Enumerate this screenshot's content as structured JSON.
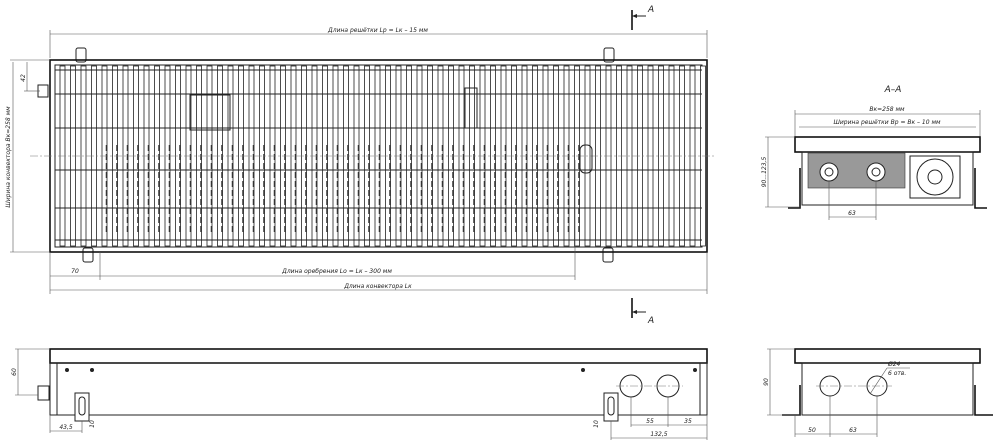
{
  "top_view": {
    "grille_length": "Длина решётки Lр = Lк – 15 мм",
    "fin_length": "Длина оребрения Lо = Lк – 300 мм",
    "convector_length": "Длина конвектора Lк",
    "convector_width": "Ширина конвектора Bк=258 мм",
    "offset_left": "70",
    "offset_top": "42"
  },
  "section_marker": {
    "label": "A"
  },
  "section_view": {
    "title": "A–A",
    "width_total": "Bк=258 мм",
    "grille_width": "Ширина решётки Bр = Bк – 10 мм",
    "height_range": "90...123,5",
    "pipe_spacing": "63"
  },
  "front_view": {
    "height": "60",
    "bracket_offset": "43,5",
    "bracket_slot_left": "10",
    "bracket_slot_right": "10",
    "hole_spacing": "55",
    "hole_edge": "35",
    "bracket_to_end": "132,5"
  },
  "side_view": {
    "height": "90",
    "hole_offset": "50",
    "hole_spacing": "63",
    "hole_diameter": "Ø24",
    "hole_count": "6 отв."
  }
}
